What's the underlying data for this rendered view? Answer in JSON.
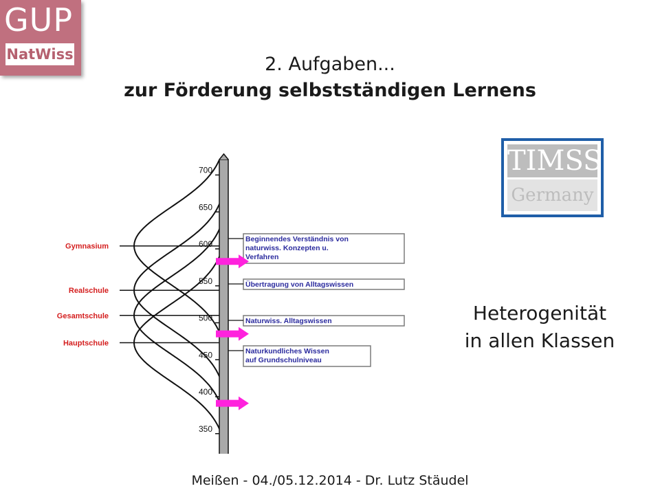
{
  "logo": {
    "top": "GUP",
    "bottom": "NatWiss",
    "color": "#c0707f"
  },
  "title": {
    "line1": "2. Aufgaben...",
    "line2": "zur Förderung selbstständigen Lernens"
  },
  "timss": {
    "top": "TIMSS",
    "bottom": "Germany",
    "border_color": "#1f5ea8"
  },
  "heterogenitaet": {
    "line1": "Heterogenität",
    "line2": "in allen Klassen"
  },
  "footer": "Meißen - 04./05.12.2014 - Dr. Lutz Stäudel",
  "diagram": {
    "scale": [
      {
        "value": 700,
        "label": "700"
      },
      {
        "value": 650,
        "label": "650"
      },
      {
        "value": 600,
        "label": "600"
      },
      {
        "value": 550,
        "label": "550"
      },
      {
        "value": 500,
        "label": "500"
      },
      {
        "value": 450,
        "label": "450"
      },
      {
        "value": 400,
        "label": "400"
      },
      {
        "value": 350,
        "label": "350"
      }
    ],
    "school_types": [
      {
        "name": "Gymnasium",
        "mean": 604
      },
      {
        "name": "Realschule",
        "mean": 544
      },
      {
        "name": "Gesamtschule",
        "mean": 510
      },
      {
        "name": "Hauptschule",
        "mean": 473
      }
    ],
    "levels": [
      {
        "lines": [
          "Beginnendes Verständnis von",
          "naturwiss. Konzepten u.",
          "Verfahren"
        ]
      },
      {
        "lines": [
          "Übertragung von Alltagswissen"
        ]
      },
      {
        "lines": [
          "Naturwiss. Alltagswissen"
        ]
      },
      {
        "lines": [
          "Naturkundliches Wissen",
          "auf Grundschulniveau"
        ]
      }
    ],
    "arrows": [
      {
        "value": 583
      },
      {
        "value": 485
      },
      {
        "value": 391
      }
    ],
    "label_color": "#d41e1e",
    "level_text_color": "#2b2b9e",
    "arrow_color": "#ff22dd"
  }
}
